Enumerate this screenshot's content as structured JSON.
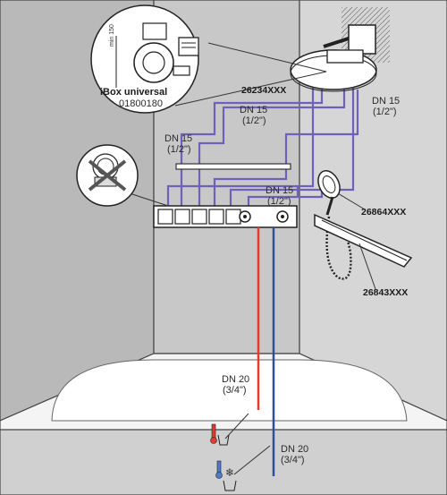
{
  "labels": {
    "ibox_name": "iBox universal",
    "ibox_code": "01800180",
    "ibox_dim": "min 150",
    "overhead_code": "26234XXX",
    "handshower_code": "26864XXX",
    "rail_code": "26843XXX",
    "dn15_a_1": "DN 15",
    "dn15_a_2": "(1/2\")",
    "dn15_b_1": "DN 15",
    "dn15_b_2": "(1/2\")",
    "dn15_c_1": "DN 15",
    "dn15_c_2": "(1/2\")",
    "dn15_d_1": "DN 15",
    "dn15_d_2": "(1/2\")",
    "dn20_a_1": "DN 20",
    "dn20_a_2": "(3/4\")",
    "dn20_b_1": "DN 20",
    "dn20_b_2": "(3/4\")"
  },
  "colors": {
    "wall_light": "#d8d8d8",
    "wall_mid": "#c2c2c2",
    "wall_dark": "#b4b4b4",
    "tub": "#f2f2f2",
    "supply_pipes": "#7060b8",
    "hot_pipe": "#e03c31",
    "cold_pipe": "#2e4fa0"
  },
  "icons": [
    "hot-water-icon",
    "cold-water-icon",
    "no-teflon-tape-icon"
  ]
}
